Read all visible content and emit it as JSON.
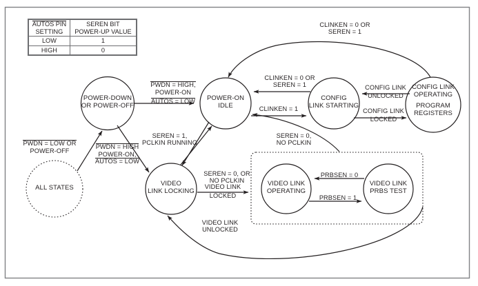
{
  "frame": {
    "border_color": "#808285",
    "background": "#ffffff"
  },
  "table": {
    "name": "autos-seren-table",
    "headers": [
      "AUTOS PIN SETTING",
      "SEREN BIT POWER-UP VALUE"
    ],
    "header_lines": [
      [
        "AUTOS PIN",
        "SETTING"
      ],
      [
        "SEREN BIT",
        "POWER-UP VALUE"
      ]
    ],
    "rows": [
      {
        "setting": "LOW",
        "value": "1"
      },
      {
        "setting": "HIGH",
        "value": "0"
      }
    ]
  },
  "nodes": [
    {
      "id": "all-states",
      "lines": [
        "ALL STATES"
      ],
      "style": "dotted"
    },
    {
      "id": "power-down",
      "lines": [
        "POWER-DOWN",
        "OR POWER-OFF"
      ],
      "style": "solid"
    },
    {
      "id": "power-on-idle",
      "lines": [
        "POWER-ON",
        "IDLE"
      ],
      "style": "solid"
    },
    {
      "id": "config-link-starting",
      "lines": [
        "CONFIG",
        "LINK STARTING"
      ],
      "style": "solid"
    },
    {
      "id": "config-link-operating",
      "lines": [
        "CONFIG LINK",
        "OPERATING",
        "PROGRAM",
        "REGISTERS"
      ],
      "style": "solid"
    },
    {
      "id": "video-link-locking",
      "lines": [
        "VIDEO",
        "LINK LOCKING"
      ],
      "style": "solid"
    },
    {
      "id": "video-link-operating",
      "lines": [
        "VIDEO LINK",
        "OPERATING"
      ],
      "style": "solid"
    },
    {
      "id": "video-link-prbs-test",
      "lines": [
        "VIDEO LINK",
        "PRBS TEST"
      ],
      "style": "solid"
    }
  ],
  "edges": [
    {
      "id": "allstates-to-powerdown",
      "from": "all-states",
      "to": "power-down",
      "lines": [
        "PWDN = LOW OR",
        "POWER-OFF"
      ],
      "overline": [
        true,
        false
      ]
    },
    {
      "id": "powerdown-to-poweronidle",
      "from": "power-down",
      "to": "power-on-idle",
      "lines": [
        "PWDN = HIGH,",
        "POWER-ON",
        "AUTOS = LOW"
      ],
      "overline": [
        true,
        false,
        true
      ]
    },
    {
      "id": "allstates-to-videolinklocking",
      "from": "all-states",
      "to": "video-link-locking",
      "lines": [
        "PWDN = HIGH",
        "POWER-ON,",
        "AUTOS = LOW"
      ],
      "overline": [
        true,
        false,
        true
      ]
    },
    {
      "id": "poweronidle-to-videolinklocking",
      "from": "power-on-idle",
      "to": "video-link-locking",
      "lines": [
        "SEREN = 1,",
        "PCLKIN RUNNING"
      ],
      "overline": [
        false,
        false
      ]
    },
    {
      "id": "videolinklocking-to-poweronidle",
      "from": "video-link-locking",
      "to": "power-on-idle",
      "lines": [
        "SEREN = 0, OR",
        "NO PCLKIN"
      ],
      "overline": [
        false,
        false
      ]
    },
    {
      "id": "videolinklocking-to-videolinkblock",
      "from": "video-link-locking",
      "to": "video-link-operating",
      "lines": [
        "VIDEO LINK",
        "LOCKED"
      ],
      "overline": [
        false,
        false
      ]
    },
    {
      "id": "videolinkblock-to-videolinklocking",
      "from": "video-link-block",
      "to": "video-link-locking",
      "lines": [
        "VIDEO LINK",
        "UNLOCKED"
      ],
      "overline": [
        false,
        false
      ]
    },
    {
      "id": "videolinkblock-to-poweronidle",
      "from": "video-link-block",
      "to": "power-on-idle",
      "lines": [
        "SEREN = 0,",
        "NO PCLKIN"
      ],
      "overline": [
        false,
        false
      ]
    },
    {
      "id": "configlinkstarting-to-poweronidle",
      "from": "config-link-starting",
      "to": "power-on-idle",
      "lines": [
        "CLINKEN = 0 OR",
        "SEREN = 1"
      ],
      "overline": [
        false,
        false
      ]
    },
    {
      "id": "poweronidle-to-configlinkstarting",
      "from": "power-on-idle",
      "to": "config-link-starting",
      "lines": [
        "CLINKEN = 1"
      ],
      "overline": [
        false
      ]
    },
    {
      "id": "configlinkoperating-to-configlinkstarting",
      "from": "config-link-operating",
      "to": "config-link-starting",
      "lines": [
        "CONFIG LINK",
        "UNLOCKED"
      ],
      "overline": [
        false,
        false
      ]
    },
    {
      "id": "configlinkstarting-to-configlinkoperating",
      "from": "config-link-starting",
      "to": "config-link-operating",
      "lines": [
        "CONFIG LINK",
        "LOCKED"
      ],
      "overline": [
        false,
        false
      ]
    },
    {
      "id": "configlinkoperating-to-poweronidle",
      "from": "config-link-operating",
      "to": "power-on-idle",
      "lines": [
        "CLINKEN = 0 OR",
        "SEREN = 1"
      ],
      "overline": [
        false,
        false
      ]
    },
    {
      "id": "prbstest-to-videolinkoperating",
      "from": "video-link-prbs-test",
      "to": "video-link-operating",
      "lines": [
        "PRBSEN = 0"
      ],
      "overline": [
        false
      ]
    },
    {
      "id": "videolinkoperating-to-prbstest",
      "from": "video-link-operating",
      "to": "video-link-prbs-test",
      "lines": [
        "PRBSEN = 1"
      ],
      "overline": [
        false
      ]
    }
  ]
}
